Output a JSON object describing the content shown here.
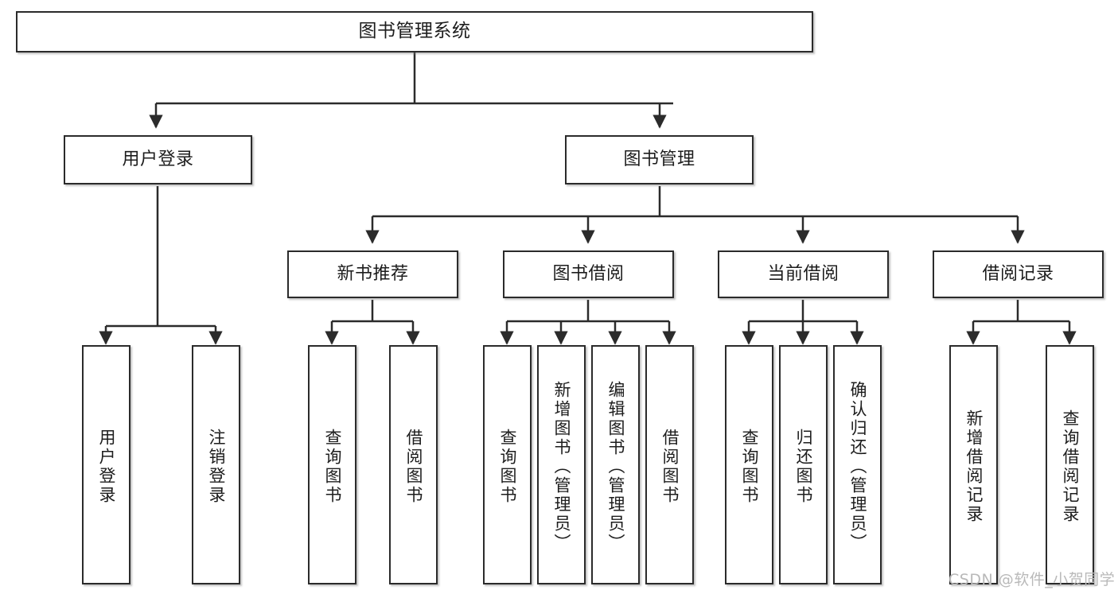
{
  "diagram": {
    "title": "图书管理系统",
    "type": "tree-hierarchy-diagram",
    "root": {
      "id": "root",
      "label": "图书管理系统"
    },
    "level2": [
      {
        "id": "user-login",
        "label": "用户登录"
      },
      {
        "id": "book-management",
        "label": "图书管理"
      }
    ],
    "level3": [
      {
        "id": "new-book-recommend",
        "label": "新书推荐",
        "parent": "book-management"
      },
      {
        "id": "book-borrow",
        "label": "图书借阅",
        "parent": "book-management"
      },
      {
        "id": "current-borrow",
        "label": "当前借阅",
        "parent": "book-management"
      },
      {
        "id": "borrow-record",
        "label": "借阅记录",
        "parent": "book-management"
      }
    ],
    "leaves": {
      "user_login": [
        {
          "id": "leaf-user-login",
          "label": "用户登录"
        },
        {
          "id": "leaf-user-logout",
          "label": "注销登录"
        }
      ],
      "new_book_recommend": [
        {
          "id": "leaf-query-book-1",
          "label": "查询图书"
        },
        {
          "id": "leaf-borrow-book-1",
          "label": "借阅图书"
        }
      ],
      "book_borrow": [
        {
          "id": "leaf-query-book-2",
          "label": "查询图书"
        },
        {
          "id": "leaf-add-book",
          "label": "新增图书（管理员）"
        },
        {
          "id": "leaf-edit-book",
          "label": "编辑图书（管理员）"
        },
        {
          "id": "leaf-borrow-book-2",
          "label": "借阅图书"
        }
      ],
      "current_borrow": [
        {
          "id": "leaf-query-book-3",
          "label": "查询图书"
        },
        {
          "id": "leaf-return-book",
          "label": "归还图书"
        },
        {
          "id": "leaf-confirm-return",
          "label": "确认归还（管理员）"
        }
      ],
      "borrow_record": [
        {
          "id": "leaf-add-record",
          "label": "新增借阅记录"
        },
        {
          "id": "leaf-query-record",
          "label": "查询借阅记录"
        }
      ]
    },
    "colors": {
      "stroke": "#2b2b2b",
      "fill": "#ffffff",
      "text": "#1d1d1d",
      "watermark": "#b9b9b9"
    }
  },
  "watermark": {
    "text": "CSDN @软件_小贺同学"
  }
}
